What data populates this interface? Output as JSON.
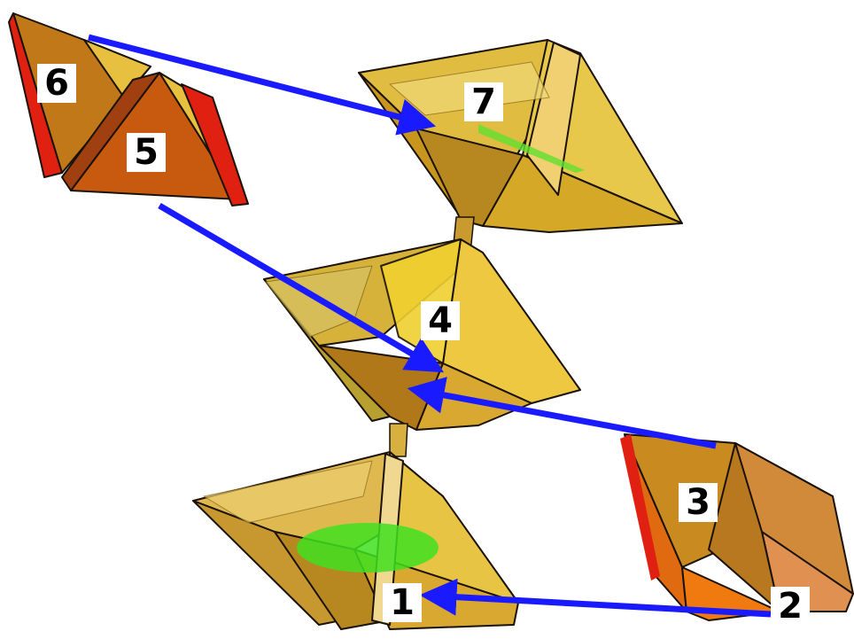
{
  "diagram": {
    "labels": {
      "n1": "1",
      "n2": "2",
      "n3": "3",
      "n4": "4",
      "n5": "5",
      "n6": "6",
      "n7": "7"
    },
    "colors": {
      "background": "#ffffff",
      "arrow": "#1a1aff",
      "yellow_face": "#e8c040",
      "gold_face": "#d4a020",
      "dark_face": "#b07818",
      "orange_face": "#e07010",
      "rust_face": "#c85a10",
      "red_edge": "#e02010",
      "green_highlight": "#40e020",
      "edge": "#1a1208"
    },
    "arrows": [
      {
        "from": "2",
        "to": "1"
      },
      {
        "from": "3",
        "to": "4"
      },
      {
        "from": "5",
        "to": "4"
      },
      {
        "from": "6",
        "to": "7"
      }
    ]
  }
}
